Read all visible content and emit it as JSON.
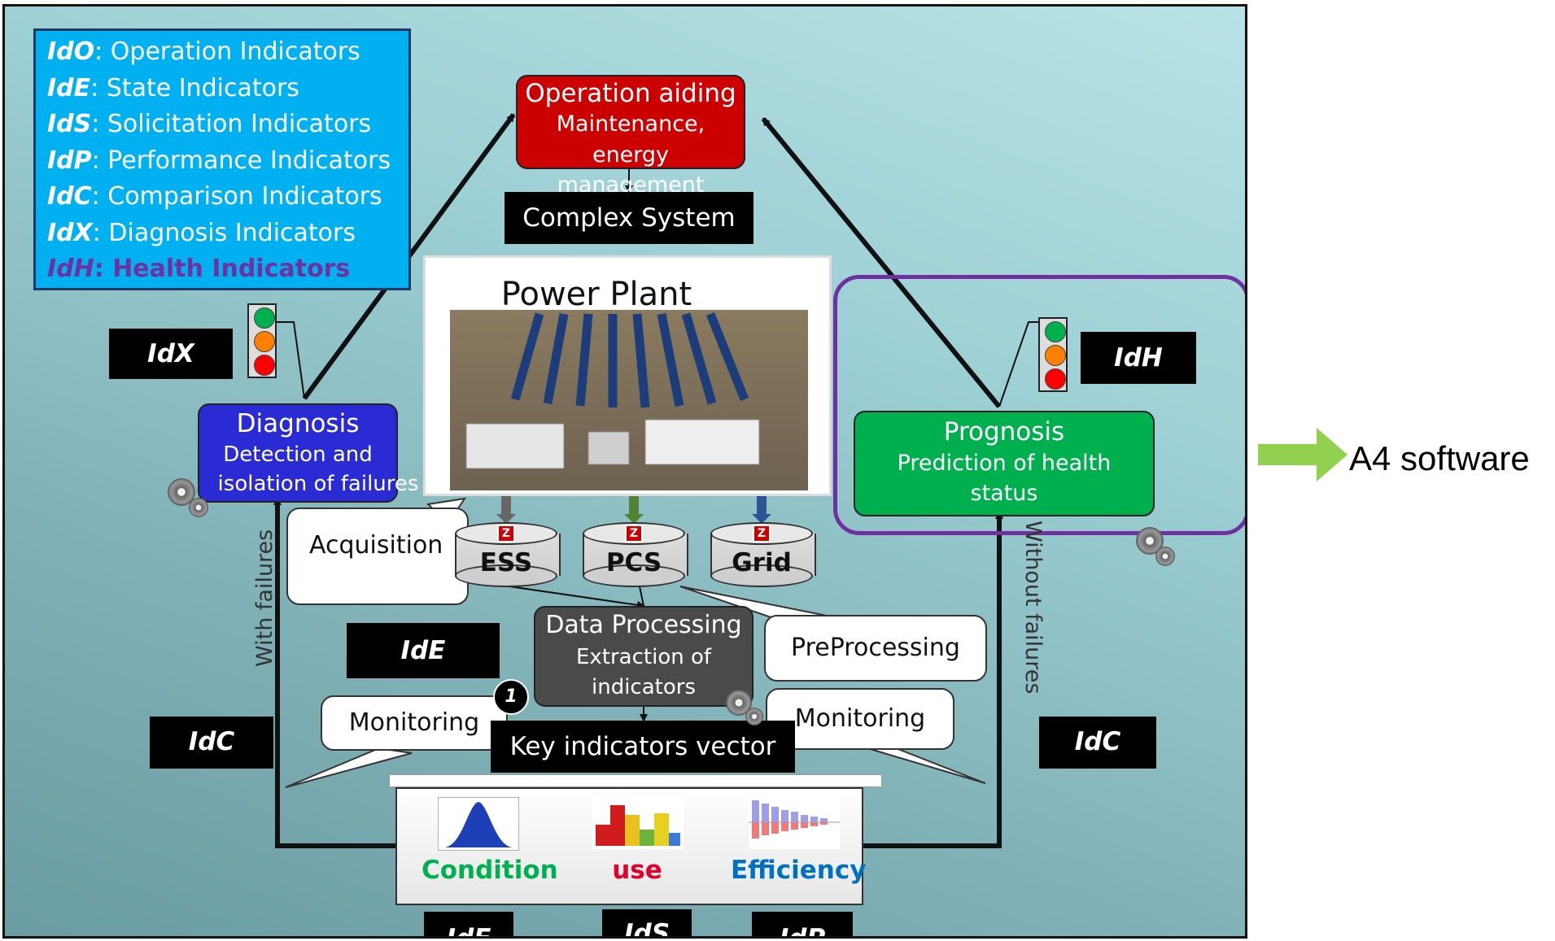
{
  "legend": {
    "items": [
      {
        "abbr": "IdO",
        "text": ": Operation Indicators"
      },
      {
        "abbr": "IdE",
        "text": ": State Indicators"
      },
      {
        "abbr": "IdS",
        "text": ": Solicitation Indicators"
      },
      {
        "abbr": "IdP",
        "text": ": Performance Indicators"
      },
      {
        "abbr": "IdC",
        "text": ": Comparison Indicators"
      },
      {
        "abbr": "IdX",
        "text": ": Diagnosis Indicators"
      },
      {
        "abbr": "IdH",
        "text": ": Health Indicators"
      }
    ]
  },
  "operation": {
    "title": "Operation aiding",
    "line1": "Maintenance, energy",
    "line2": "management"
  },
  "complex_system": "Complex System",
  "power_plant": "Power Plant",
  "diagnosis": {
    "title": "Diagnosis",
    "line1": "Detection and",
    "line2": "isolation of failures"
  },
  "prognosis": {
    "title": "Prognosis",
    "line1": "Prediction of health",
    "line2": "status"
  },
  "tags": {
    "idx": "IdX",
    "idh": "IdH",
    "ide_mid": "IdE",
    "idc_left": "IdC",
    "idc_right": "IdC",
    "ide_bottom": "IdE",
    "ids_bottom": "IdS",
    "idp_bottom": "IdP"
  },
  "callouts": {
    "acquisition": "Acquisition",
    "preprocessing": "PreProcessing",
    "monitoring_left": "Monitoring",
    "monitoring_right": "Monitoring"
  },
  "databases": [
    {
      "label": "ESS",
      "arrow_color": "#666666"
    },
    {
      "label": "PCS",
      "arrow_color": "#548235"
    },
    {
      "label": "Grid",
      "arrow_color": "#2f5597"
    }
  ],
  "data_processing": {
    "title": "Data Processing",
    "line1": "Extraction of",
    "line2": "indicators"
  },
  "badge": "1",
  "key_vector": "Key indicators vector",
  "indicator_panel": [
    {
      "label": "Condition",
      "color": "#00b050"
    },
    {
      "label": "use",
      "color": "#e0002a"
    },
    {
      "label": "Efficiency",
      "color": "#0070c0"
    }
  ],
  "edges": {
    "with_failures": "With failures",
    "without_failures": "Without failures"
  },
  "a4": {
    "label": "A4 software",
    "arrow_color": "#92d050",
    "highlight_color": "#7030a0"
  },
  "colors": {
    "operation": "#cc0000",
    "diagnosis": "#2b2bd6",
    "prognosis": "#00b04f",
    "data_processing": "#4a4a4a",
    "legend_bg": "#00b0f0"
  }
}
